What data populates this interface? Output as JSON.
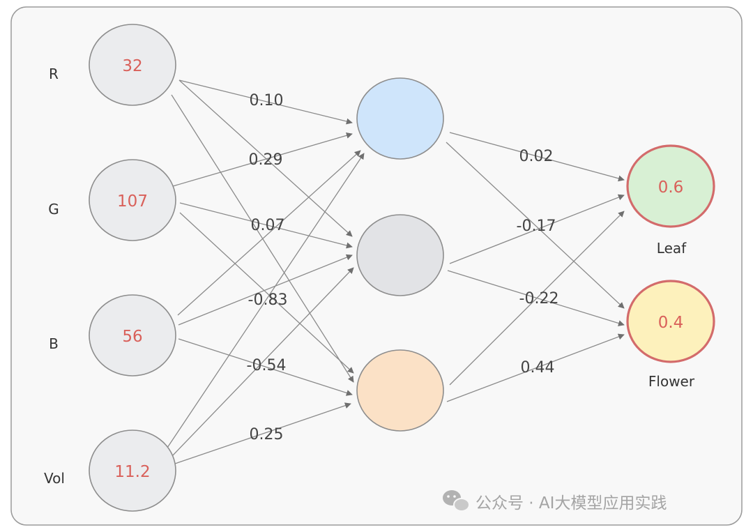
{
  "inputs": [
    {
      "label": "R",
      "value": "32"
    },
    {
      "label": "G",
      "value": "107"
    },
    {
      "label": "B",
      "value": "56"
    },
    {
      "label": "Vol",
      "value": "11.2"
    }
  ],
  "hidden": [
    {
      "color": "#cfe5fb"
    },
    {
      "color": "#e2e3e6"
    },
    {
      "color": "#fbe1c6"
    }
  ],
  "outputs": [
    {
      "label": "Leaf",
      "value": "0.6",
      "color": "#d8f0d4"
    },
    {
      "label": "Flower",
      "value": "0.4",
      "color": "#fdf1bc"
    }
  ],
  "weight_labels": {
    "in_hidden": [
      "0.10",
      "0.29",
      "0.07",
      "-0.83",
      "-0.54",
      "0.25"
    ],
    "hidden_out": [
      "0.02",
      "-0.17",
      "-0.22",
      "0.44"
    ]
  },
  "watermark": "公众号 · AI大模型应用实践"
}
